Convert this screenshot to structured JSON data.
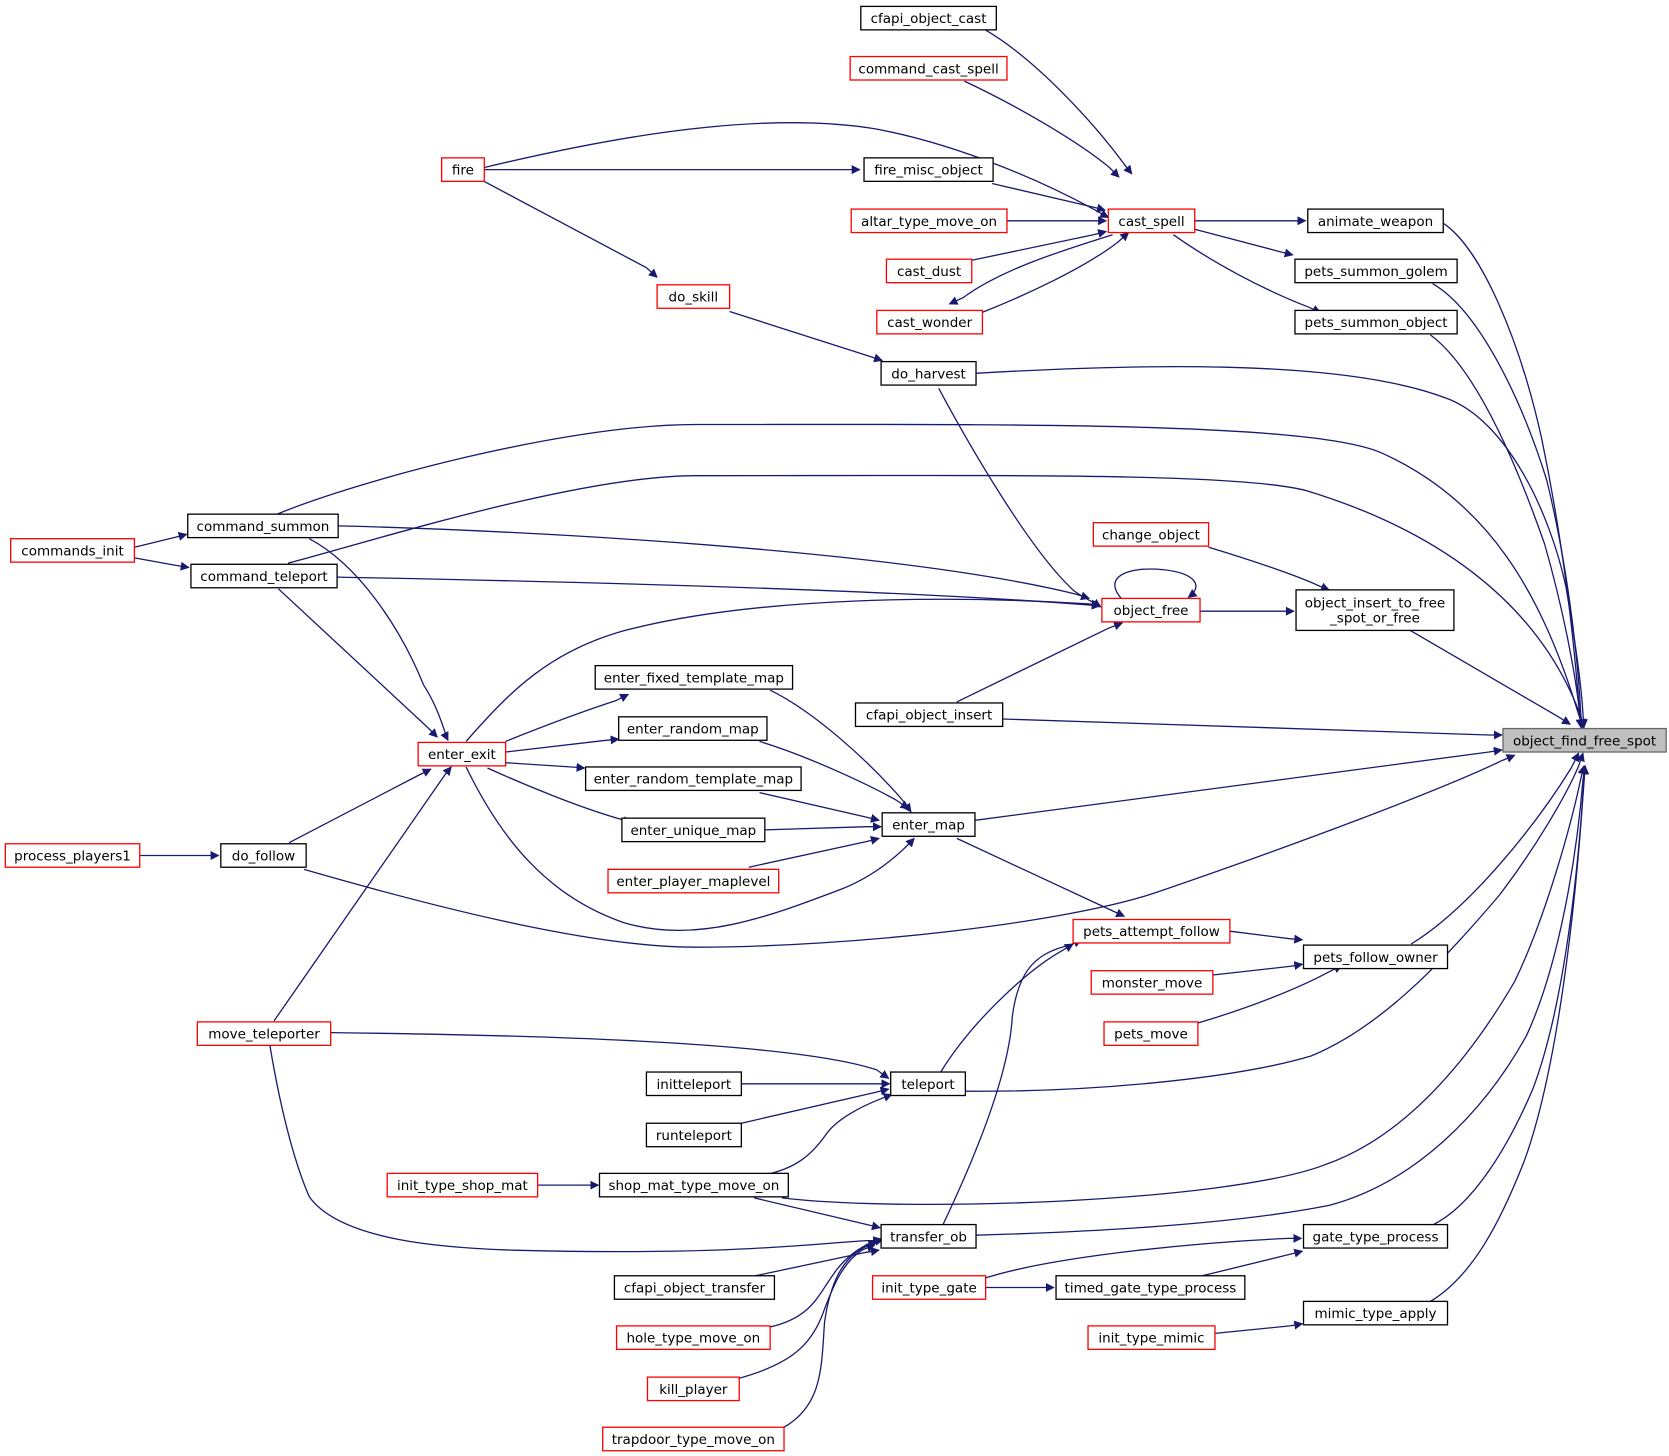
{
  "colors": {
    "edge": "#191970",
    "truncated_border": "#ff0000",
    "normal_border": "#000000",
    "focus_fill": "#bfbfbf"
  },
  "graph": {
    "nodes": [
      {
        "id": "ofs",
        "label": "object_find_free_spot",
        "kind": "focus"
      },
      {
        "id": "cfapi_cast",
        "label": "cfapi_object_cast",
        "kind": "normal"
      },
      {
        "id": "cmd_cast",
        "label": "command_cast_spell",
        "kind": "truncated"
      },
      {
        "id": "fire",
        "label": "fire",
        "kind": "truncated"
      },
      {
        "id": "fire_misc",
        "label": "fire_misc_object",
        "kind": "normal"
      },
      {
        "id": "altar",
        "label": "altar_type_move_on",
        "kind": "truncated"
      },
      {
        "id": "cast_spell",
        "label": "cast_spell",
        "kind": "truncated"
      },
      {
        "id": "animate",
        "label": "animate_weapon",
        "kind": "normal"
      },
      {
        "id": "cast_dust",
        "label": "cast_dust",
        "kind": "truncated"
      },
      {
        "id": "golem",
        "label": "pets_summon_golem",
        "kind": "normal"
      },
      {
        "id": "do_skill",
        "label": "do_skill",
        "kind": "truncated"
      },
      {
        "id": "cast_wonder",
        "label": "cast_wonder",
        "kind": "truncated"
      },
      {
        "id": "summon_obj",
        "label": "pets_summon_object",
        "kind": "normal"
      },
      {
        "id": "do_harvest",
        "label": "do_harvest",
        "kind": "normal"
      },
      {
        "id": "cmd_summon",
        "label": "command_summon",
        "kind": "normal"
      },
      {
        "id": "change_obj",
        "label": "change_object",
        "kind": "truncated"
      },
      {
        "id": "cmds_init",
        "label": "commands_init",
        "kind": "truncated"
      },
      {
        "id": "cmd_tele",
        "label": "command_teleport",
        "kind": "normal"
      },
      {
        "id": "oitfs",
        "label": "object_insert_to_free\n_spot_or_free",
        "kind": "normal"
      },
      {
        "id": "obj_free",
        "label": "object_free",
        "kind": "truncated"
      },
      {
        "id": "eftm",
        "label": "enter_fixed_template_map",
        "kind": "normal"
      },
      {
        "id": "cfapi_ins",
        "label": "cfapi_object_insert",
        "kind": "normal"
      },
      {
        "id": "erm",
        "label": "enter_random_map",
        "kind": "normal"
      },
      {
        "id": "enter_exit",
        "label": "enter_exit",
        "kind": "truncated"
      },
      {
        "id": "ertm",
        "label": "enter_random_template_map",
        "kind": "normal"
      },
      {
        "id": "eum",
        "label": "enter_unique_map",
        "kind": "normal"
      },
      {
        "id": "enter_map",
        "label": "enter_map",
        "kind": "normal"
      },
      {
        "id": "proc_pl",
        "label": "process_players1",
        "kind": "truncated"
      },
      {
        "id": "do_follow",
        "label": "do_follow",
        "kind": "normal"
      },
      {
        "id": "epm",
        "label": "enter_player_maplevel",
        "kind": "truncated"
      },
      {
        "id": "paf",
        "label": "pets_attempt_follow",
        "kind": "truncated"
      },
      {
        "id": "pfo",
        "label": "pets_follow_owner",
        "kind": "normal"
      },
      {
        "id": "mon_move",
        "label": "monster_move",
        "kind": "truncated"
      },
      {
        "id": "move_tele",
        "label": "move_teleporter",
        "kind": "truncated"
      },
      {
        "id": "pets_move",
        "label": "pets_move",
        "kind": "truncated"
      },
      {
        "id": "inittele",
        "label": "initteleport",
        "kind": "normal"
      },
      {
        "id": "teleport",
        "label": "teleport",
        "kind": "normal"
      },
      {
        "id": "runtele",
        "label": "runteleport",
        "kind": "normal"
      },
      {
        "id": "itsm",
        "label": "init_type_shop_mat",
        "kind": "truncated"
      },
      {
        "id": "smtmo",
        "label": "shop_mat_type_move_on",
        "kind": "normal"
      },
      {
        "id": "transfer",
        "label": "transfer_ob",
        "kind": "normal"
      },
      {
        "id": "gate",
        "label": "gate_type_process",
        "kind": "normal"
      },
      {
        "id": "cfapi_tr",
        "label": "cfapi_object_transfer",
        "kind": "normal"
      },
      {
        "id": "itg",
        "label": "init_type_gate",
        "kind": "truncated"
      },
      {
        "id": "tgate",
        "label": "timed_gate_type_process",
        "kind": "normal"
      },
      {
        "id": "mimic_apply",
        "label": "mimic_type_apply",
        "kind": "normal"
      },
      {
        "id": "hole",
        "label": "hole_type_move_on",
        "kind": "truncated"
      },
      {
        "id": "itm",
        "label": "init_type_mimic",
        "kind": "truncated"
      },
      {
        "id": "kill",
        "label": "kill_player",
        "kind": "truncated"
      },
      {
        "id": "trapdoor",
        "label": "trapdoor_type_move_on",
        "kind": "truncated"
      }
    ]
  }
}
